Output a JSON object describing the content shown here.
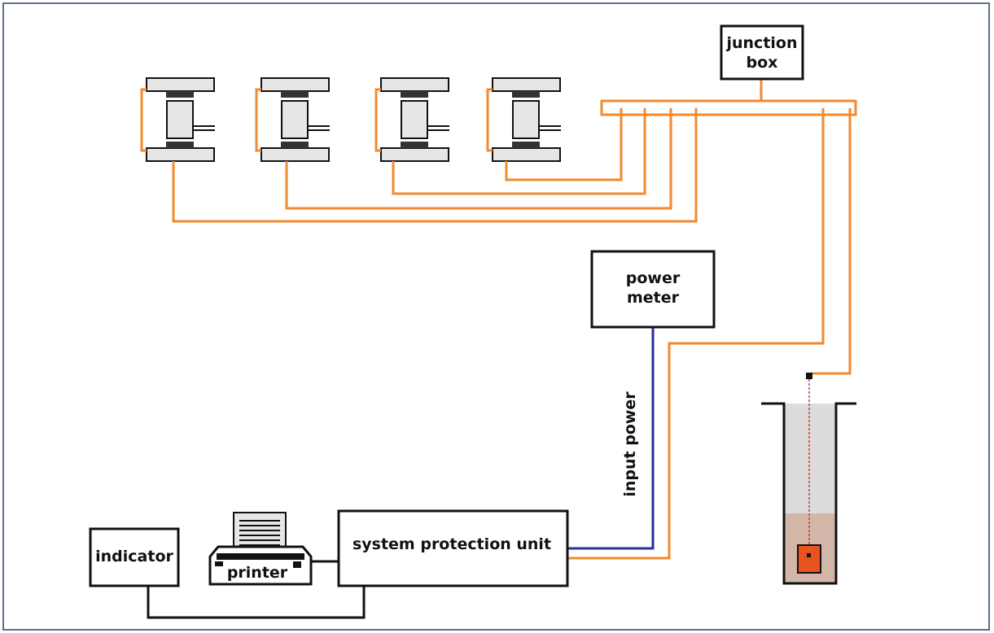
{
  "labels": {
    "junction_box_1": "junction",
    "junction_box_2": "box",
    "power_meter_1": "power",
    "power_meter_2": "meter",
    "input_power": "input power",
    "indicator": "indicator",
    "printer": "printer",
    "system_protection_unit": "system protection unit"
  },
  "colors": {
    "signal_cable": "#f28a2e",
    "power_cable": "#2d2e9a",
    "frame": "#5d6f8c",
    "tank_liquid": "#d2b7a8",
    "tank_air": "#dcdcdc",
    "sensor": "#e8531f"
  }
}
